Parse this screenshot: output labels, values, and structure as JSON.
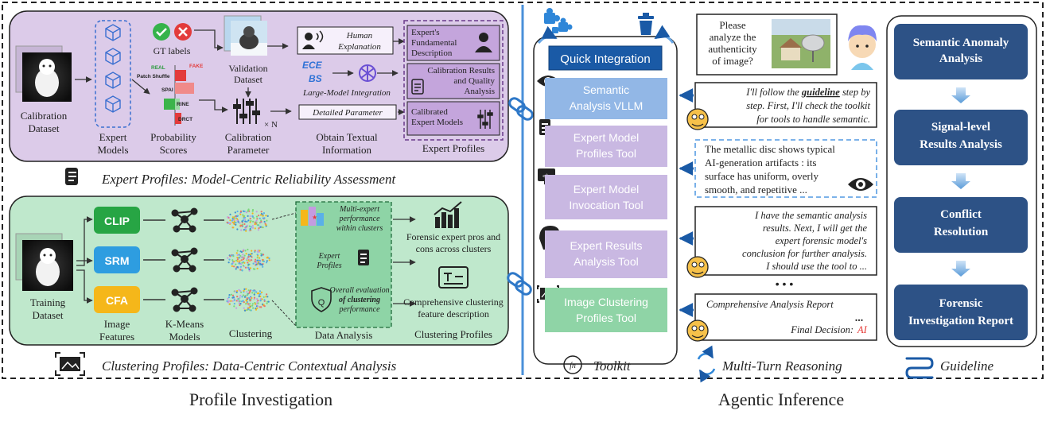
{
  "sections": {
    "left_caption": "Profile Investigation",
    "right_caption": "Agentic Inference"
  },
  "expert_profiles": {
    "title": "Expert Profiles: Model-Centric Reliability Assessment",
    "calibration_dataset": [
      "Calibration",
      "Dataset"
    ],
    "expert_models": [
      "Expert",
      "Models"
    ],
    "gt_labels": "GT labels",
    "real_tag": "REAL",
    "fake_tag": "FAKE",
    "patch_shuffle": "Patch Shuffle",
    "bar_labels": [
      "SPAI",
      "RINE",
      "DRCT"
    ],
    "probability_scores": [
      "Probability",
      "Scores"
    ],
    "validation_dataset": [
      "Validation",
      "Dataset"
    ],
    "calibration_parameter": [
      "Calibration",
      "Parameter"
    ],
    "times_n": "× N",
    "human_explanation": [
      "Human",
      "Explanation"
    ],
    "ece": "ECE",
    "bs": "BS",
    "large_model_integration": "Large-Model Integration",
    "detailed_parameter": "Detailed Parameter",
    "obtain_textual_information": [
      "Obtain Textual",
      "Information"
    ],
    "profile_boxes": [
      [
        "Expert's",
        "Fundamental",
        "Description"
      ],
      [
        "Calibration Results",
        "and Quality",
        "Analysis"
      ],
      [
        "Calibrated",
        "Expert Models"
      ]
    ],
    "expert_profiles_label": "Expert Profiles"
  },
  "clustering_profiles": {
    "title": "Clustering Profiles: Data-Centric Contextual Analysis",
    "training_dataset": [
      "Training",
      "Dataset"
    ],
    "features": [
      "CLIP",
      "SRM",
      "CFA"
    ],
    "feature_colors": [
      "#27a544",
      "#2e9de0",
      "#f5b71a"
    ],
    "image_features": [
      "Image",
      "Features"
    ],
    "kmeans_models": [
      "K-Means",
      "Models"
    ],
    "clustering": "Clustering",
    "analysis_items": [
      [
        "Multi-expert",
        "performance",
        "within clusters"
      ],
      [
        "Expert",
        "Profiles"
      ],
      [
        "Overall evaluation",
        "of clustering",
        "performance"
      ]
    ],
    "data_analysis": "Data Analysis",
    "forensic_pros_cons": [
      "Forensic expert pros and",
      "cons across clusters"
    ],
    "comprehensive_desc": [
      "Comprehensive clustering",
      "feature description"
    ],
    "clustering_profiles_label": "Clustering Profiles"
  },
  "toolkit": {
    "quick_integration": "Quick Integration",
    "tools": [
      [
        "Semantic",
        "Analysis VLLM"
      ],
      [
        "Expert Model",
        "Profiles Tool"
      ],
      [
        "Expert Model",
        "Invocation Tool"
      ],
      [
        "Expert Results",
        "Analysis Tool"
      ],
      [
        "Image Clustering",
        "Profiles Tool"
      ]
    ],
    "label": "Toolkit",
    "fn": "fn"
  },
  "reasoning": {
    "question": [
      "Please",
      "analyze the",
      "authenticity",
      "of image?"
    ],
    "step1": [
      "I'll follow the",
      "guideline",
      "step by",
      "step. First, I'll check the toolkit",
      "for tools to handle semantic."
    ],
    "observation": [
      "The metallic disc shows typical",
      "AI-generation artifacts : its",
      "surface has uniform, overly",
      "smooth, and repetitive ..."
    ],
    "step2": [
      "I have the semantic analysis",
      "results. Next, I will get the",
      "expert forensic model's",
      "conclusion for further analysis.",
      "I should use the tool to ..."
    ],
    "ellipsis": "• • •",
    "report_title": "Comprehensive Analysis Report",
    "report_dots": "...",
    "final_decision": "Final Decision:",
    "decision_value": "AI",
    "label": "Multi-Turn Reasoning"
  },
  "guideline": {
    "steps": [
      [
        "Semantic Anomaly",
        "Analysis"
      ],
      [
        "Signal-level",
        "Results Analysis"
      ],
      [
        "Conflict",
        "Resolution"
      ],
      [
        "Forensic",
        "Investigation Report"
      ]
    ],
    "label": "Guideline"
  },
  "colors": {
    "purple_panel": "#dccbe9",
    "green_panel": "#bfe8cc",
    "dark_blue": "#2d5286",
    "toolkit_blue": "#1a5aa6",
    "tool_blue": "#92b7e6",
    "tool_lavender": "#c9b8e2",
    "tool_green": "#8fd4a6",
    "decision_red": "#e53935"
  }
}
